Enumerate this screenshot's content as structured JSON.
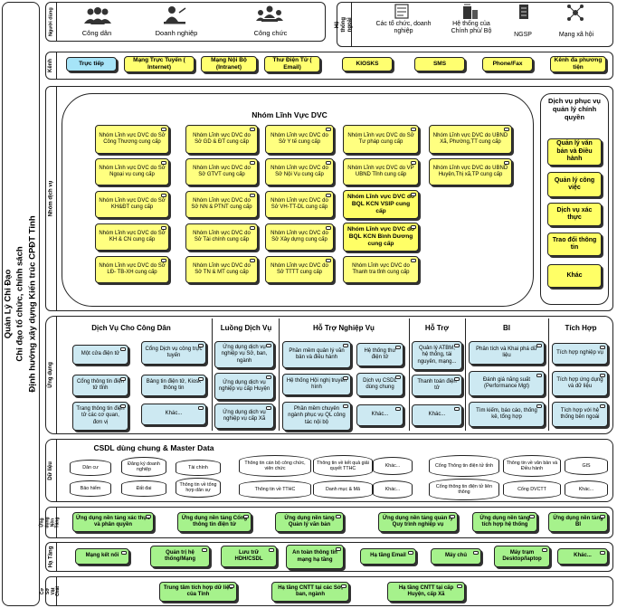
{
  "sidebar": {
    "title": "Quản Lý Chỉ Đạo",
    "subtitle": "Chỉ đạo tổ chức, chính sách",
    "note": "Định hướng xây dựng Kiến trúc CPĐT Tỉnh"
  },
  "users": {
    "label": "Người dùng",
    "items": [
      "Công dân",
      "Doanh nghiệp",
      "Công chức"
    ],
    "icons": [
      "group-icon",
      "person-desk-icon",
      "meeting-icon"
    ]
  },
  "external": {
    "label": "Hệ thống ngoài",
    "items": [
      "Các tổ chức, doanh nghiệp",
      "Hệ thống của Chính phủ/ Bộ",
      "NGSP",
      "Mạng xã hội"
    ],
    "icons": [
      "checklist-icon",
      "building-icon",
      "server-icon",
      "network-icon"
    ]
  },
  "channels": {
    "label": "Kênh",
    "items": [
      "Trực tiếp",
      "Mạng Trực Tuyến ( Internet)",
      "Mạng Nội Bộ (Intranet)",
      "Thư Điện Tử ( Email)",
      "KIOSKS",
      "SMS",
      "Phone/Fax",
      "Kênh đa phương tiện"
    ]
  },
  "services": {
    "label": "Nhóm dịch vụ",
    "group_title": "Nhóm Lĩnh Vực DVC",
    "boxes": [
      "Nhóm Lĩnh vực DVC do Sở Công Thương cung cấp",
      "Nhóm Lĩnh vực DVC do Sở GD & ĐT cung cấp",
      "Nhóm Lĩnh vực DVC do Sở Y tế cung cấp",
      "Nhóm Lĩnh vực DVC do Sở Tư pháp cung cấp",
      "Nhóm Lĩnh vực DVC do UBND Xã, Phường,TT cung cấp",
      "Nhóm Lĩnh vực DVC do Sở Ngoại vụ cung cấp",
      "Nhóm Lĩnh vực DVC do Sở GTVT cung cấp",
      "Nhóm Lĩnh vực DVC do Sở Nội Vụ cung cấp",
      "Nhóm Lĩnh vực DVC do VP UBND Tỉnh cung cấp",
      "Nhóm Lĩnh vực DVC do UBND Huyện,Thị xã,TP cung cấp",
      "Nhóm Lĩnh vực DVC do Sở KH&ĐT cung cấp",
      "Nhóm Lĩnh vực DVC do Sở NN & PTNT cung cấp",
      "Nhóm Lĩnh vực DVC do Sở VH-TT-DL cung cấp",
      "Nhóm Lĩnh vực DVC do BQL KCN VSIP cung cấp",
      "Nhóm Lĩnh vực DVC do Sở KH & CN cung cấp",
      "Nhóm Lĩnh vực DVC do Sở Tài chính cung cấp",
      "Nhóm Lĩnh vực DVC do Sở Xây dựng cung cấp",
      "Nhóm Lĩnh vực DVC do BQL KCN Bình Dương cung cấp",
      "Nhóm Lĩnh vực DVC do Sở LĐ- TB-XH cung cấp",
      "Nhóm Lĩnh vực DVC do Sở TN & MT cung cấp",
      "Nhóm Lĩnh vực DVC do Sở TTTT cung cấp",
      "Nhóm Lĩnh vực DVC do Thanh tra tỉnh cung cấp"
    ]
  },
  "gov": {
    "title": "Dịch vụ phục vụ quản lý chính quyền",
    "items": [
      "Quản lý văn bản và Điều hành",
      "Quản lý công việc",
      "Dịch vụ xác thực",
      "Trao đổi thông tin",
      "Khác"
    ]
  },
  "apps": {
    "label": "Ứng dụng",
    "columns": [
      {
        "title": "Dịch Vụ Cho Công Dân",
        "items": [
          "Một cửa điện tử",
          "Cổng Dịch vụ công trực tuyến",
          "Cổng thông tin điện tử tỉnh",
          "Bảng tin điện tử, Kiosk thông tin",
          "Trang thông tin điện tử các cơ quan, đơn vị",
          "Khác..."
        ]
      },
      {
        "title": "Luồng Dịch Vụ",
        "items": [
          "Ứng dụng dịch vụ nghiệp vụ Sở, ban, ngành",
          "Ứng dụng dịch vụ nghiệp vụ cấp Huyện",
          "Ứng dụng dịch vụ nghiệp vụ cấp Xã"
        ]
      },
      {
        "title": "Hỗ Trợ Nghiệp Vụ",
        "items": [
          "Phần mềm quản lý văn bản và điều hành",
          "Hệ thống thư điện tử",
          "Hệ thống Hội nghị truyền hình",
          "Dịch vụ CSDL dùng chung",
          "Phần mềm chuyên ngành phục vụ QL công tác nội bộ",
          "Khác..."
        ]
      },
      {
        "title": "Hỗ Trợ",
        "items": [
          "Quản lý ATBM, hệ thống, tài nguyên, mạng...",
          "Thanh toán điện tử",
          "Khác..."
        ]
      },
      {
        "title": "BI",
        "items": [
          "Phân tích và Khai phá dữ liệu",
          "Đánh giá năng suất (Performance Mgt)",
          "Tìm kiếm, báo cáo, thống kê, tổng hợp"
        ]
      },
      {
        "title": "Tích Hợp",
        "items": [
          "Tích hợp nghiệp vụ",
          "Tích hợp ứng dụng và dữ liệu",
          "Tích hợp với hệ thống bên ngoài"
        ]
      }
    ]
  },
  "data": {
    "label": "Dữ liệu",
    "title": "CSDL dùng chung & Master Data",
    "items": [
      "Dân cư",
      "Đăng ký doanh nghiệp",
      "Tài chính",
      "Bảo hiểm",
      "Đất đai",
      "Thông tin về tổng hợp dân sự",
      "Thông tin cán bộ công chức, viên chức",
      "Thông tin về kết quả giải quyết TTHC",
      "Khác...",
      "Thông tin về TTHC",
      "Danh mục & Mã",
      "Khác...",
      "Cổng Thông tin điện tử tỉnh",
      "Thông tin về văn bản và Điều hành",
      "GIS",
      "Cổng thông tin điện tử liên thông",
      "Cổng DVCTT",
      "Khác..."
    ]
  },
  "platform": {
    "label": "Ứng dụng Nền Tảng",
    "items": [
      "Ứng dụng nền tảng xác thực và phân quyền",
      "Ứng dụng nền tảng Cổng thông tin điện tử",
      "Ứng dụng nền tảng Quản lý văn bản",
      "Ứng dụng nền tảng quản lý Quy trình nghiệp vụ",
      "Ứng dụng nền tảng tích hợp hệ thống",
      "Ứng dụng nền tảng BI"
    ]
  },
  "infra": {
    "label": "Hạ Tầng",
    "items": [
      "Mạng kết nối",
      "Quản trị hệ thống/Mạng",
      "Lưu trữ HDH/CSDL",
      "An toàn thông tin mạng hạ tầng",
      "Hạ tầng Email",
      "Máy chủ",
      "Máy trạm Desktop/laptop",
      "Khác..."
    ]
  },
  "facility": {
    "label": "Cơ Sở Vật Chất",
    "items": [
      "Trung tâm tích hợp dữ liệu của Tỉnh",
      "Hạ tầng CNTT tại các Sở, ban, ngành",
      "Hạ tầng CNTT tại cấp Huyện, cấp Xã"
    ]
  }
}
